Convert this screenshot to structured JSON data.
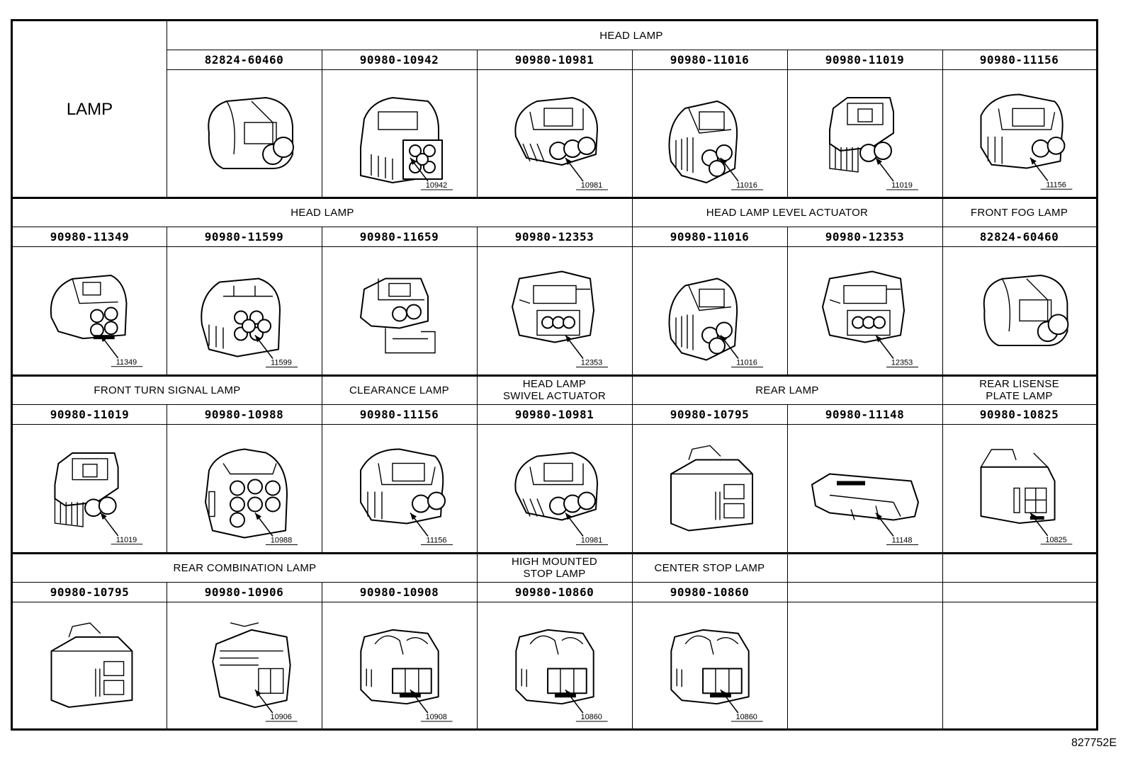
{
  "title_cell": "LAMP",
  "sections": [
    {
      "groups": [
        {
          "label": "HEAD LAMP",
          "span": 6
        }
      ],
      "connectors": [
        {
          "part": "82824-60460",
          "callout": "",
          "style": "a"
        },
        {
          "part": "90980-10942",
          "callout": "10942",
          "style": "b"
        },
        {
          "part": "90980-10981",
          "callout": "10981",
          "style": "c"
        },
        {
          "part": "90980-11016",
          "callout": "11016",
          "style": "d"
        },
        {
          "part": "90980-11019",
          "callout": "11019",
          "style": "e"
        },
        {
          "part": "90980-11156",
          "callout": "11156",
          "style": "f"
        }
      ]
    },
    {
      "groups": [
        {
          "label": "HEAD LAMP",
          "span": 4
        },
        {
          "label": "HEAD LAMP LEVEL ACTUATOR",
          "span": 2
        },
        {
          "label": "FRONT FOG LAMP",
          "span": 1
        }
      ],
      "connectors": [
        {
          "part": "90980-11349",
          "callout": "11349",
          "style": "g"
        },
        {
          "part": "90980-11599",
          "callout": "11599",
          "style": "h"
        },
        {
          "part": "90980-11659",
          "callout": "",
          "style": "i"
        },
        {
          "part": "90980-12353",
          "callout": "12353",
          "style": "j"
        },
        {
          "part": "90980-11016",
          "callout": "11016",
          "style": "d"
        },
        {
          "part": "90980-12353",
          "callout": "12353",
          "style": "j"
        },
        {
          "part": "82824-60460",
          "callout": "",
          "style": "a"
        }
      ]
    },
    {
      "groups": [
        {
          "label": "FRONT TURN SIGNAL LAMP",
          "span": 2
        },
        {
          "label": "CLEARANCE LAMP",
          "span": 1
        },
        {
          "label": "HEAD LAMP\nSWIVEL ACTUATOR",
          "span": 1
        },
        {
          "label": "REAR LAMP",
          "span": 2
        },
        {
          "label": "REAR LISENSE\nPLATE LAMP",
          "span": 1
        }
      ],
      "connectors": [
        {
          "part": "90980-11019",
          "callout": "11019",
          "style": "e"
        },
        {
          "part": "90980-10988",
          "callout": "10988",
          "style": "k"
        },
        {
          "part": "90980-11156",
          "callout": "11156",
          "style": "f"
        },
        {
          "part": "90980-10981",
          "callout": "10981",
          "style": "c"
        },
        {
          "part": "90980-10795",
          "callout": "",
          "style": "l"
        },
        {
          "part": "90980-11148",
          "callout": "11148",
          "style": "m"
        },
        {
          "part": "90980-10825",
          "callout": "10825",
          "style": "n"
        }
      ]
    },
    {
      "groups": [
        {
          "label": "REAR COMBINATION LAMP",
          "span": 3
        },
        {
          "label": "HIGH MOUNTED\nSTOP LAMP",
          "span": 1
        },
        {
          "label": "CENTER STOP LAMP",
          "span": 1
        },
        {
          "label": "",
          "span": 1
        },
        {
          "label": "",
          "span": 1
        }
      ],
      "connectors": [
        {
          "part": "90980-10795",
          "callout": "",
          "style": "l"
        },
        {
          "part": "90980-10906",
          "callout": "10906",
          "style": "o"
        },
        {
          "part": "90980-10908",
          "callout": "10908",
          "style": "p"
        },
        {
          "part": "90980-10860",
          "callout": "10860",
          "style": "p"
        },
        {
          "part": "90980-10860",
          "callout": "10860",
          "style": "p"
        },
        {
          "part": "",
          "callout": "",
          "style": ""
        },
        {
          "part": "",
          "callout": "",
          "style": ""
        }
      ]
    }
  ],
  "figure_id": "827752E"
}
